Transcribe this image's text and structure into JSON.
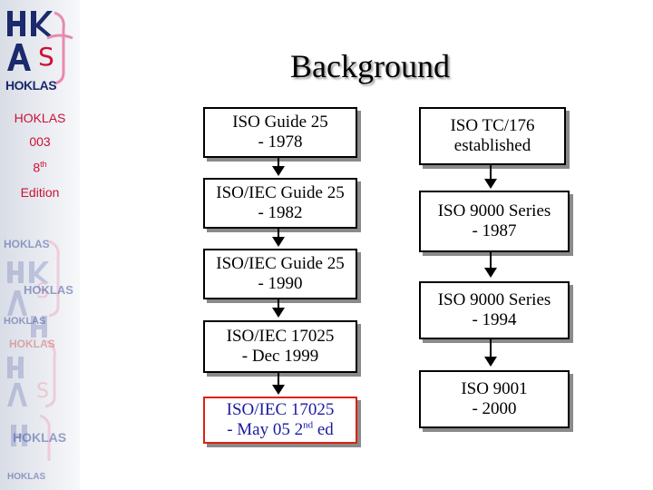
{
  "title": "Background",
  "sidebar": {
    "logo_text": "HOKLAS",
    "label_org": "HOKLAS",
    "label_num": "003",
    "label_ed_num": "8",
    "label_ed_sup": "th",
    "label_ed_word": "Edition",
    "watermark_text": "HOKLAS"
  },
  "left_column": [
    {
      "line1": "ISO Guide 25",
      "line2": "- 1978"
    },
    {
      "line1": "ISO/IEC Guide 25",
      "line2": "- 1982"
    },
    {
      "line1": "ISO/IEC Guide 25",
      "line2": "- 1990"
    },
    {
      "line1": "ISO/IEC 17025",
      "line2": "- Dec 1999"
    },
    {
      "line1": "ISO/IEC 17025",
      "line2": "- May 05 2",
      "line2_sup": "nd",
      "line2_tail": " ed"
    }
  ],
  "right_column": [
    {
      "line1": "ISO  TC/176",
      "line2": "established"
    },
    {
      "line1": "ISO 9000 Series",
      "line2": "- 1987"
    },
    {
      "line1": "ISO 9000 Series",
      "line2": "- 1994"
    },
    {
      "line1": "ISO 9001",
      "line2": "- 2000"
    }
  ],
  "colors": {
    "accent_red": "#cc1133",
    "logo_blue": "#1a2a6c",
    "highlight_text": "#1a1aa0"
  }
}
